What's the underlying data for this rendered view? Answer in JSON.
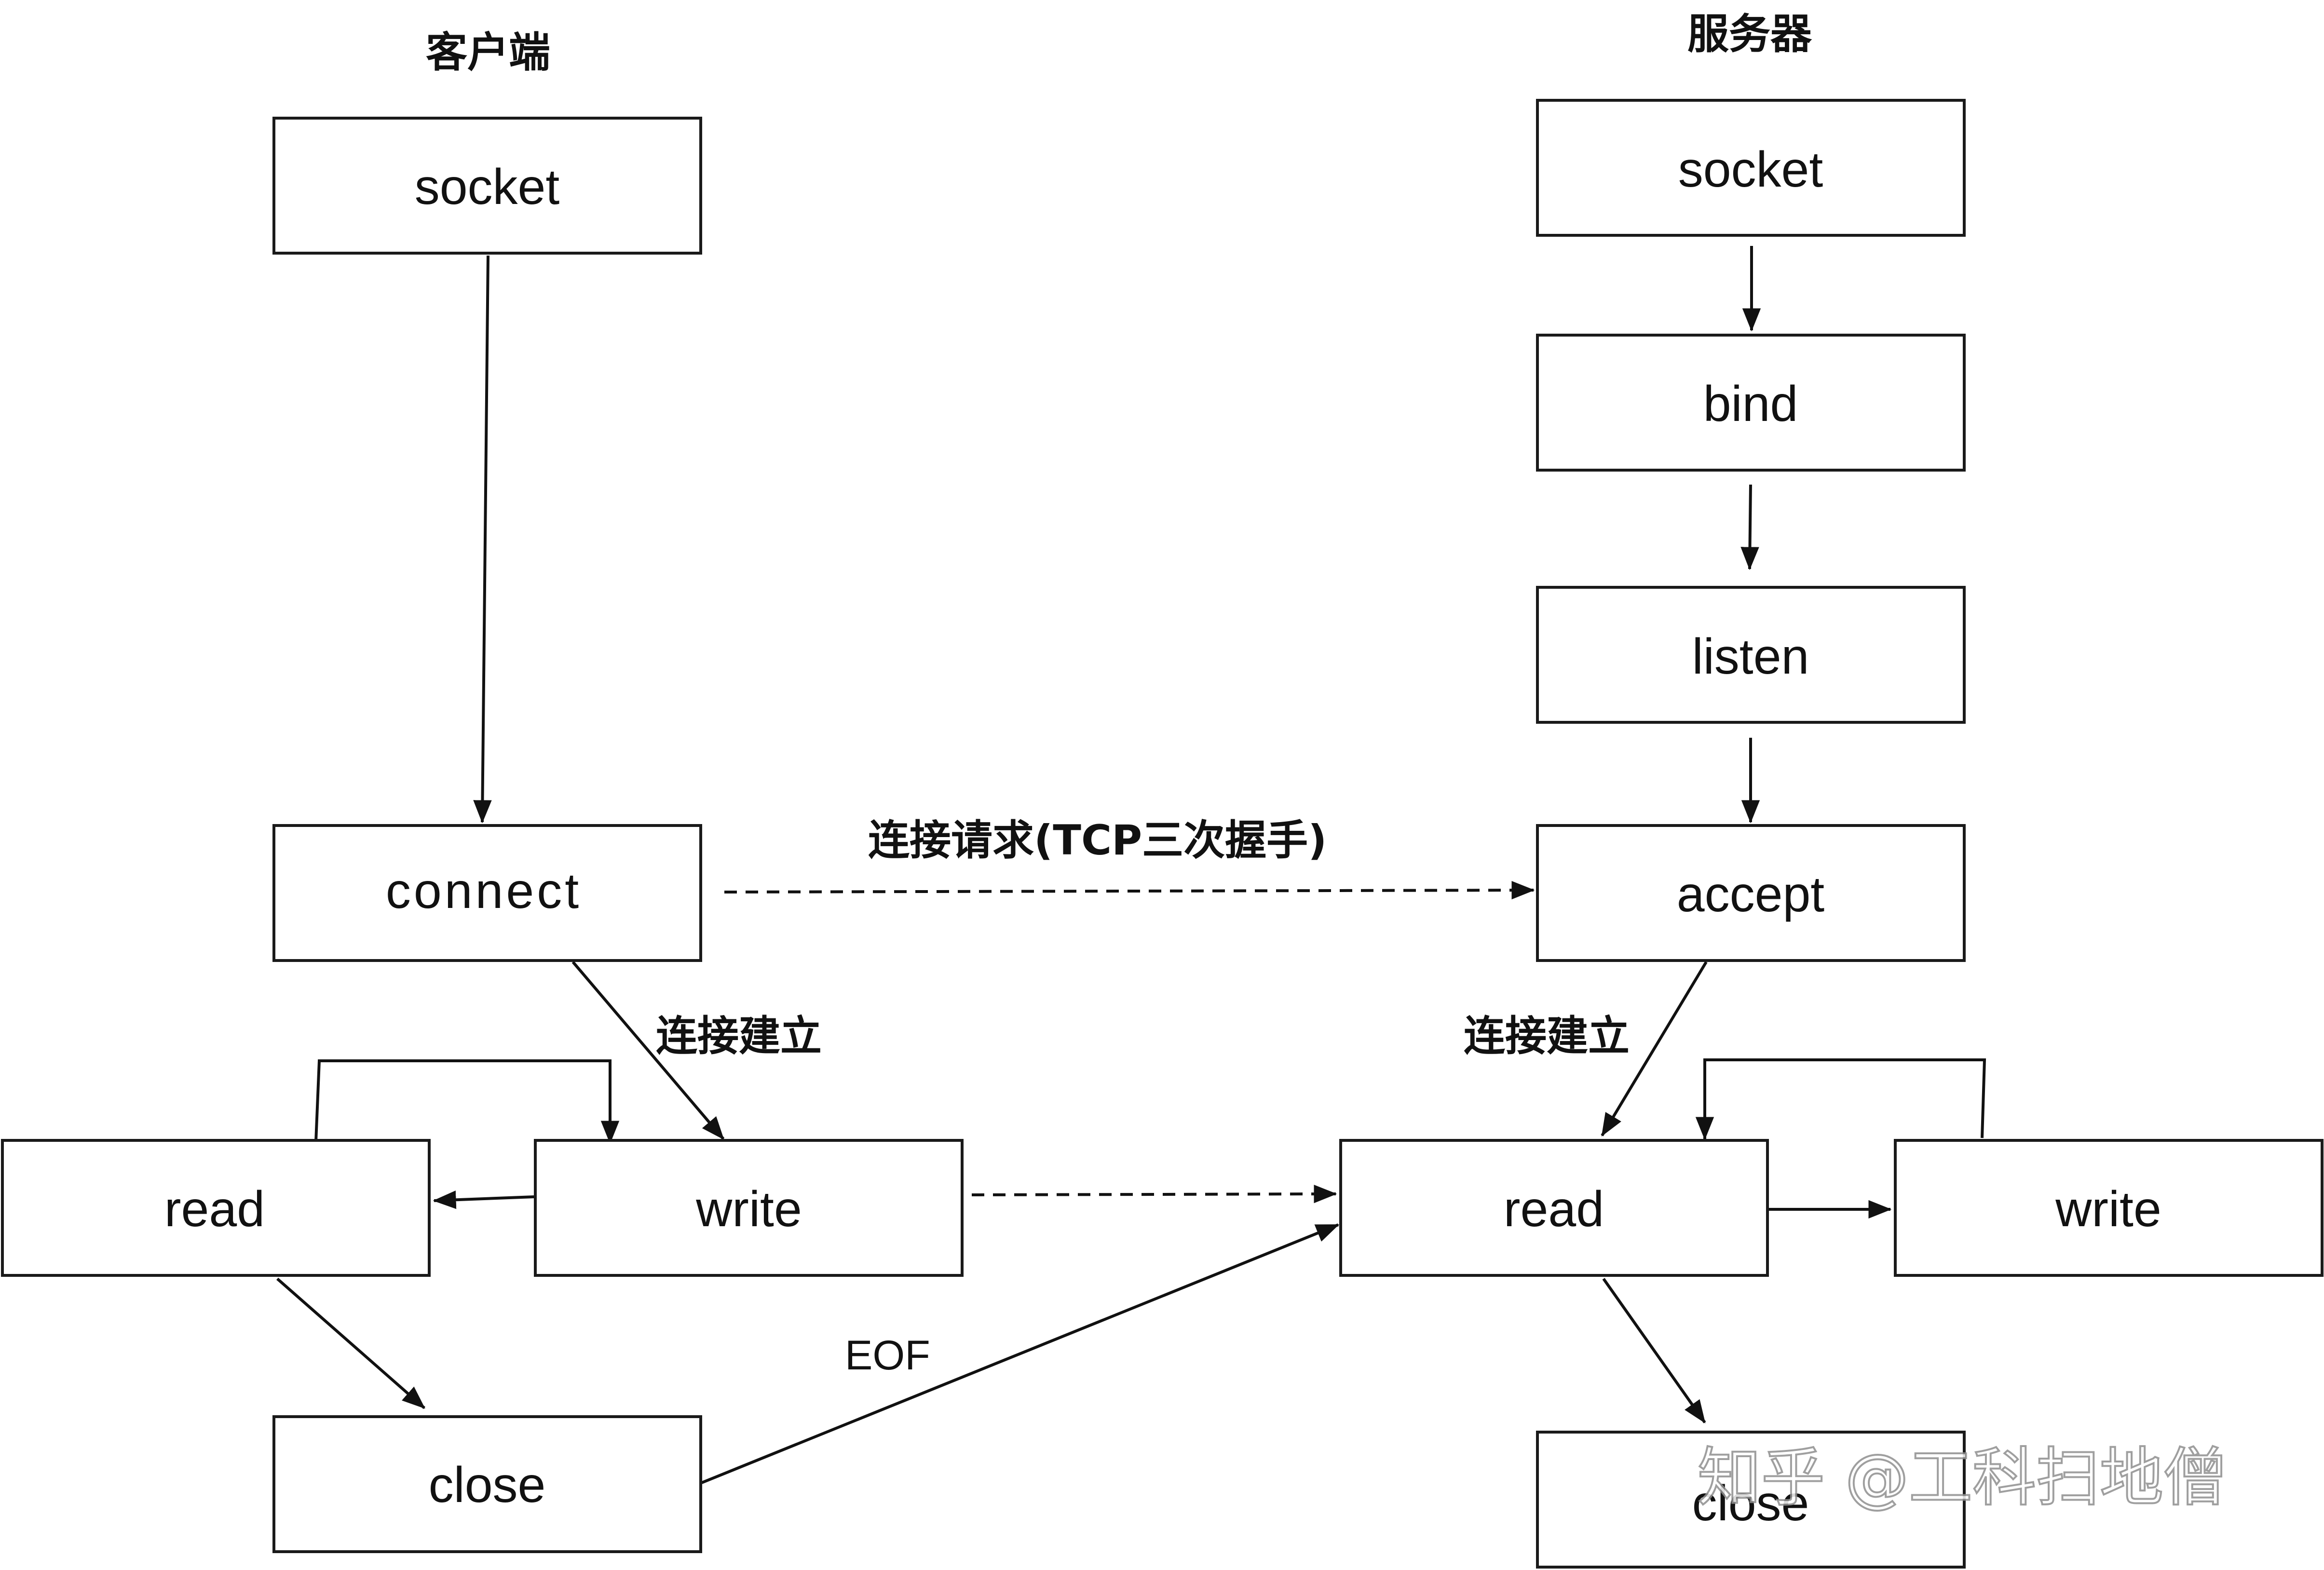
{
  "headers": {
    "client": "客户端",
    "server": "服务器"
  },
  "client": {
    "socket": "socket",
    "connect": "connect",
    "write": "write",
    "read": "read",
    "close": "close"
  },
  "server": {
    "socket": "socket",
    "bind": "bind",
    "listen": "listen",
    "accept": "accept",
    "read": "read",
    "write": "write",
    "close": "close"
  },
  "edge_labels": {
    "connection_request": "连接请求(TCP三次握手)",
    "client_established": "连接建立",
    "server_established": "连接建立",
    "eof": "EOF"
  },
  "watermark": "知乎 @工科扫地僧",
  "colors": {
    "line": "#111111",
    "box_border": "#1a1a1a",
    "background": "#ffffff"
  }
}
